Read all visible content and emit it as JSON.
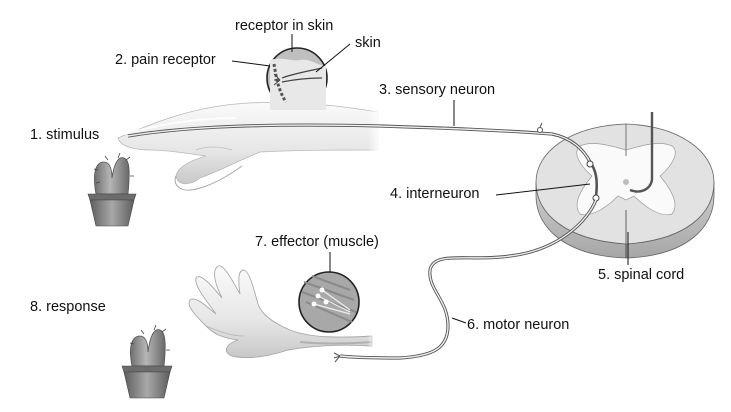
{
  "labels": {
    "receptor_in_skin": "receptor in skin",
    "skin": "skin",
    "pain_receptor": "2. pain receptor",
    "sensory_neuron": "3. sensory neuron",
    "stimulus": "1. stimulus",
    "interneuron": "4. interneuron",
    "effector": "7. effector (muscle)",
    "spinal_cord": "5. spinal cord",
    "response": "8. response",
    "motor_neuron": "6. motor neuron"
  },
  "colors": {
    "skin_light": "#f2f2f2",
    "skin_mid": "#d9d9d9",
    "skin_dark": "#9a9a9a",
    "grey_matter": "#ffffff",
    "white_matter": "#e4e4e4",
    "cactus": "#8a8a8a",
    "pot": "#7a7a7a",
    "outline": "#444444"
  }
}
